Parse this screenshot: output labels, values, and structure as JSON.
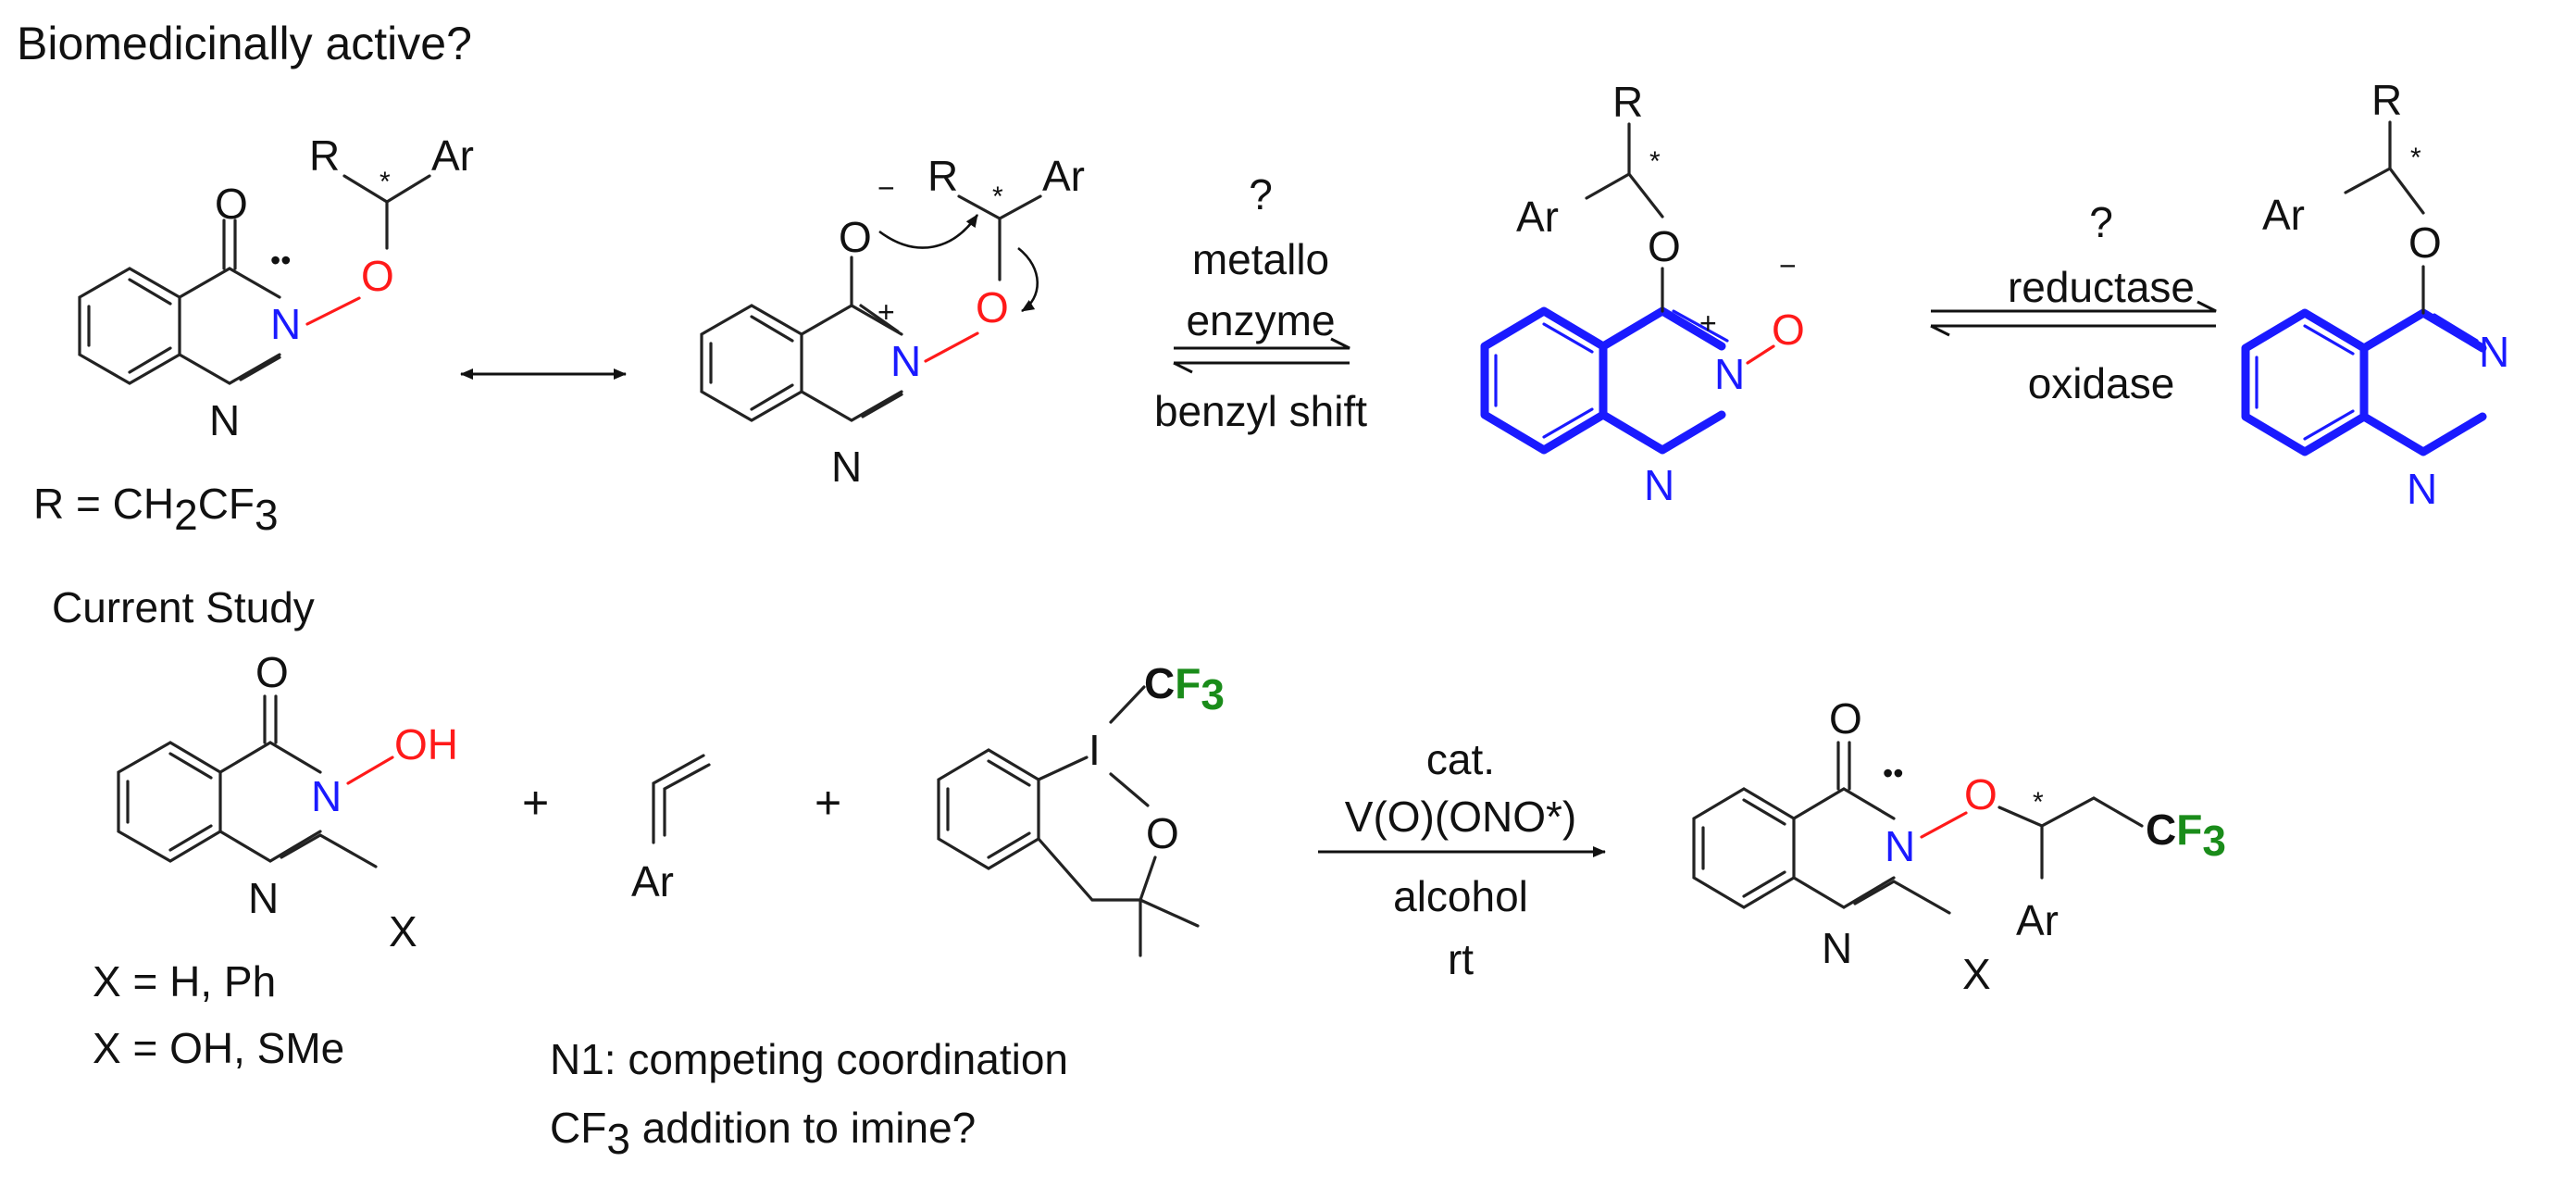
{
  "header": "Biomedicinally active?",
  "r_definition": {
    "prefix": "R = CH",
    "sub1": "2",
    "mid": "CF",
    "sub2": "3"
  },
  "section_label": "Current Study",
  "atoms": {
    "R": "R",
    "Ar": "Ar",
    "O": "O",
    "N": "N",
    "OH": "OH",
    "X": "X",
    "I": "I",
    "C": "C",
    "F": "F",
    "three": "3",
    "star": "*",
    "plus": "+",
    "minus": "−",
    "dots": "••"
  },
  "top_arrow_1": {
    "above_1": "?",
    "above_2": "metallo",
    "above_3": "enzyme",
    "below": "benzyl shift"
  },
  "top_arrow_2": {
    "above_1": "?",
    "above_2": "reductase",
    "below": "oxidase"
  },
  "reaction_conditions": {
    "line1": "cat.",
    "line2": "V(O)(ONO*)",
    "line3": "alcohol",
    "line4": "rt"
  },
  "substituents": {
    "line1": "X = H, Ph",
    "line2": "X = OH, SMe"
  },
  "notes": {
    "line1": "N1: competing coordination",
    "line2_prefix": "CF",
    "line2_sub": "3",
    "line2_suffix": " addition to imine?"
  },
  "colors": {
    "highlight": "#1a1aff",
    "oxygen": "#ff1a1a",
    "cf3_accent": "#1a8c1a",
    "bonds": "#222222"
  }
}
